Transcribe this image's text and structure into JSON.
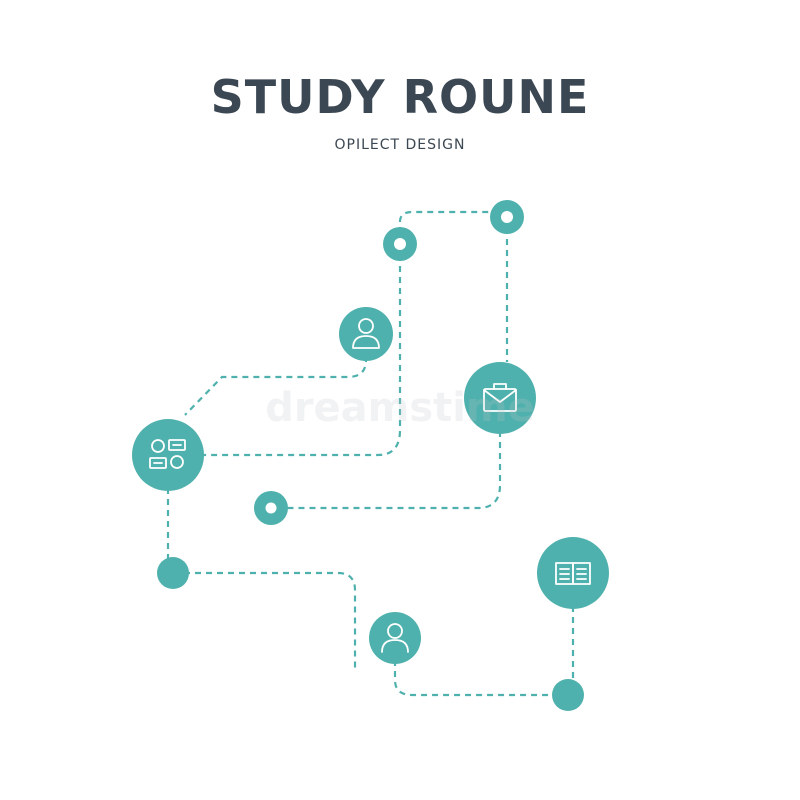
{
  "header": {
    "title": "STUDY ROUNE",
    "subtitle": "OPILECT DESIGN"
  },
  "watermark": {
    "text": "dreamstime"
  },
  "colors": {
    "accent": "#4fb1ad",
    "title": "#3b4752",
    "background": "#ffffff"
  },
  "nodes": [
    {
      "id": "ring-node-top-right",
      "kind": "ring"
    },
    {
      "id": "ring-node-top-left",
      "kind": "ring"
    },
    {
      "id": "user-node-top",
      "kind": "icon",
      "icon": "user-icon"
    },
    {
      "id": "briefcase-node",
      "kind": "icon",
      "icon": "briefcase-icon"
    },
    {
      "id": "blocks-node",
      "kind": "icon",
      "icon": "shapes-icon"
    },
    {
      "id": "ring-node-middle",
      "kind": "ring"
    },
    {
      "id": "dot-node-left",
      "kind": "dot"
    },
    {
      "id": "user-node-bottom",
      "kind": "icon",
      "icon": "user-icon"
    },
    {
      "id": "book-node",
      "kind": "icon",
      "icon": "book-icon"
    },
    {
      "id": "dot-node-bottom-right",
      "kind": "dot"
    }
  ]
}
